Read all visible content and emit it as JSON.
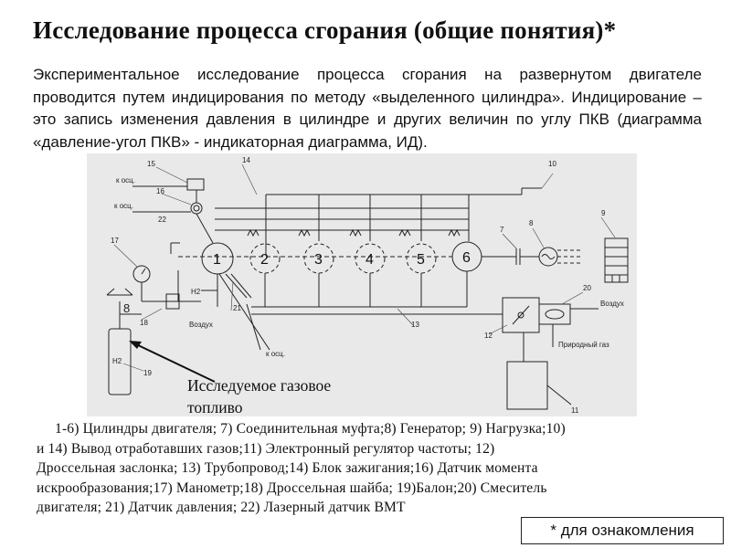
{
  "title": "Исследование процесса сгорания (общие понятия)*",
  "intro": "Экспериментальное исследование процесса сгорания на развернутом двигателе проводится путем индицирования по методу «выделенного цилиндра». Индицирование –это запись изменения давления  в цилиндре и других величин по углу ПКВ (диаграмма «давление-угол ПКВ» - индикаторная диаграмма, ИД).",
  "diagram": {
    "cylinders": [
      "1",
      "2",
      "3",
      "4",
      "5",
      "6"
    ],
    "numbers": {
      "n7": "7",
      "n8": "8",
      "n9": "9",
      "n10": "10",
      "n11": "11",
      "n12": "12",
      "n13": "13",
      "n14": "14",
      "n15": "15",
      "n16": "16",
      "n17": "17",
      "n18": "18",
      "n19": "19",
      "n20": "20",
      "n21": "21",
      "n22": "22",
      "n8b": "8"
    },
    "labels": {
      "osc1": "к осц.",
      "osc2": "к осц.",
      "osc3": "к осц.",
      "h2_line": "H2",
      "h2_balloon": "H2",
      "air1": "Воздух",
      "air2": "Воздух",
      "natural_gas": "Природный газ"
    }
  },
  "callout": "Исследуемое газовое топливо",
  "legend_lines": [
    "1-6) Цилиндры двигателя; 7) Соединительная муфта;8) Генератор; 9) Нагрузка;10)",
    "и 14) Вывод отработавших газов;11) Электронный регулятор частоты; 12)",
    "Дроссельная заслонка; 13) Трубопровод;14) Блок зажигания;16) Датчик момента",
    "искрообразования;17) Манометр;18) Дроссельная шайба; 19)Балон;20) Смеситель",
    "двигателя; 21) Датчик давления; 22) Лазерный датчик ВМТ"
  ],
  "note": "* для ознакомления"
}
